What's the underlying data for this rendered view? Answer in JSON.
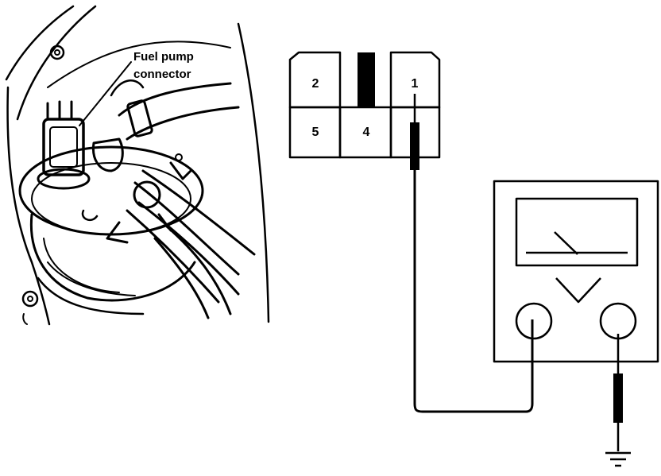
{
  "illustration": {
    "callout_line1": "Fuel pump",
    "callout_line2": "connector"
  },
  "connector": {
    "pins": [
      {
        "label": "2"
      },
      {
        "label": "1"
      },
      {
        "label": "5"
      },
      {
        "label": "4"
      }
    ]
  },
  "meter": {
    "kind": "analog-voltmeter"
  },
  "icons": [
    "ground-symbol-icon",
    "meter-needle-icon",
    "probe-icon"
  ],
  "colors": {
    "line": "#000000",
    "background": "#ffffff"
  }
}
